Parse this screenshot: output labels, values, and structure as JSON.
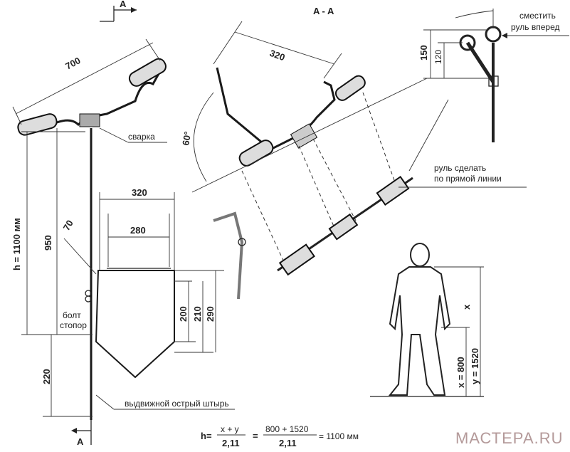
{
  "section_marks": {
    "top": "A",
    "bottom": "A",
    "section_title": "A - A"
  },
  "handlebar": {
    "width": "700",
    "weld_label": "сварка"
  },
  "section_view": {
    "width": "320",
    "angle": "60°",
    "straighten_note_line1": "руль сделать",
    "straighten_note_line2": "по прямой линии"
  },
  "detail_view": {
    "shift_note_line1": "сместить",
    "shift_note_line2": "руль вперед",
    "dim_outer": "150",
    "dim_inner": "120"
  },
  "frame": {
    "height_total": "h = 1100 мм",
    "dim_950": "950",
    "dim_70": "70",
    "width_outer": "320",
    "width_inner": "280",
    "dim_200": "200",
    "dim_210": "210",
    "dim_290": "290",
    "dim_220": "220",
    "bolt_line1": "болт",
    "bolt_line2": "стопор",
    "spike_label": "выдвижной острый штырь"
  },
  "figure": {
    "x_short": "x",
    "x_label": "x = 800",
    "y_label": "y = 1520"
  },
  "formula": {
    "lhs": "h=",
    "num1": "x + y",
    "den1": "2,11",
    "eq1": "=",
    "num2": "800 + 1520",
    "den2": "2,11",
    "result": "= 1100 мм"
  },
  "watermark": "МАСТЕРА.RU"
}
